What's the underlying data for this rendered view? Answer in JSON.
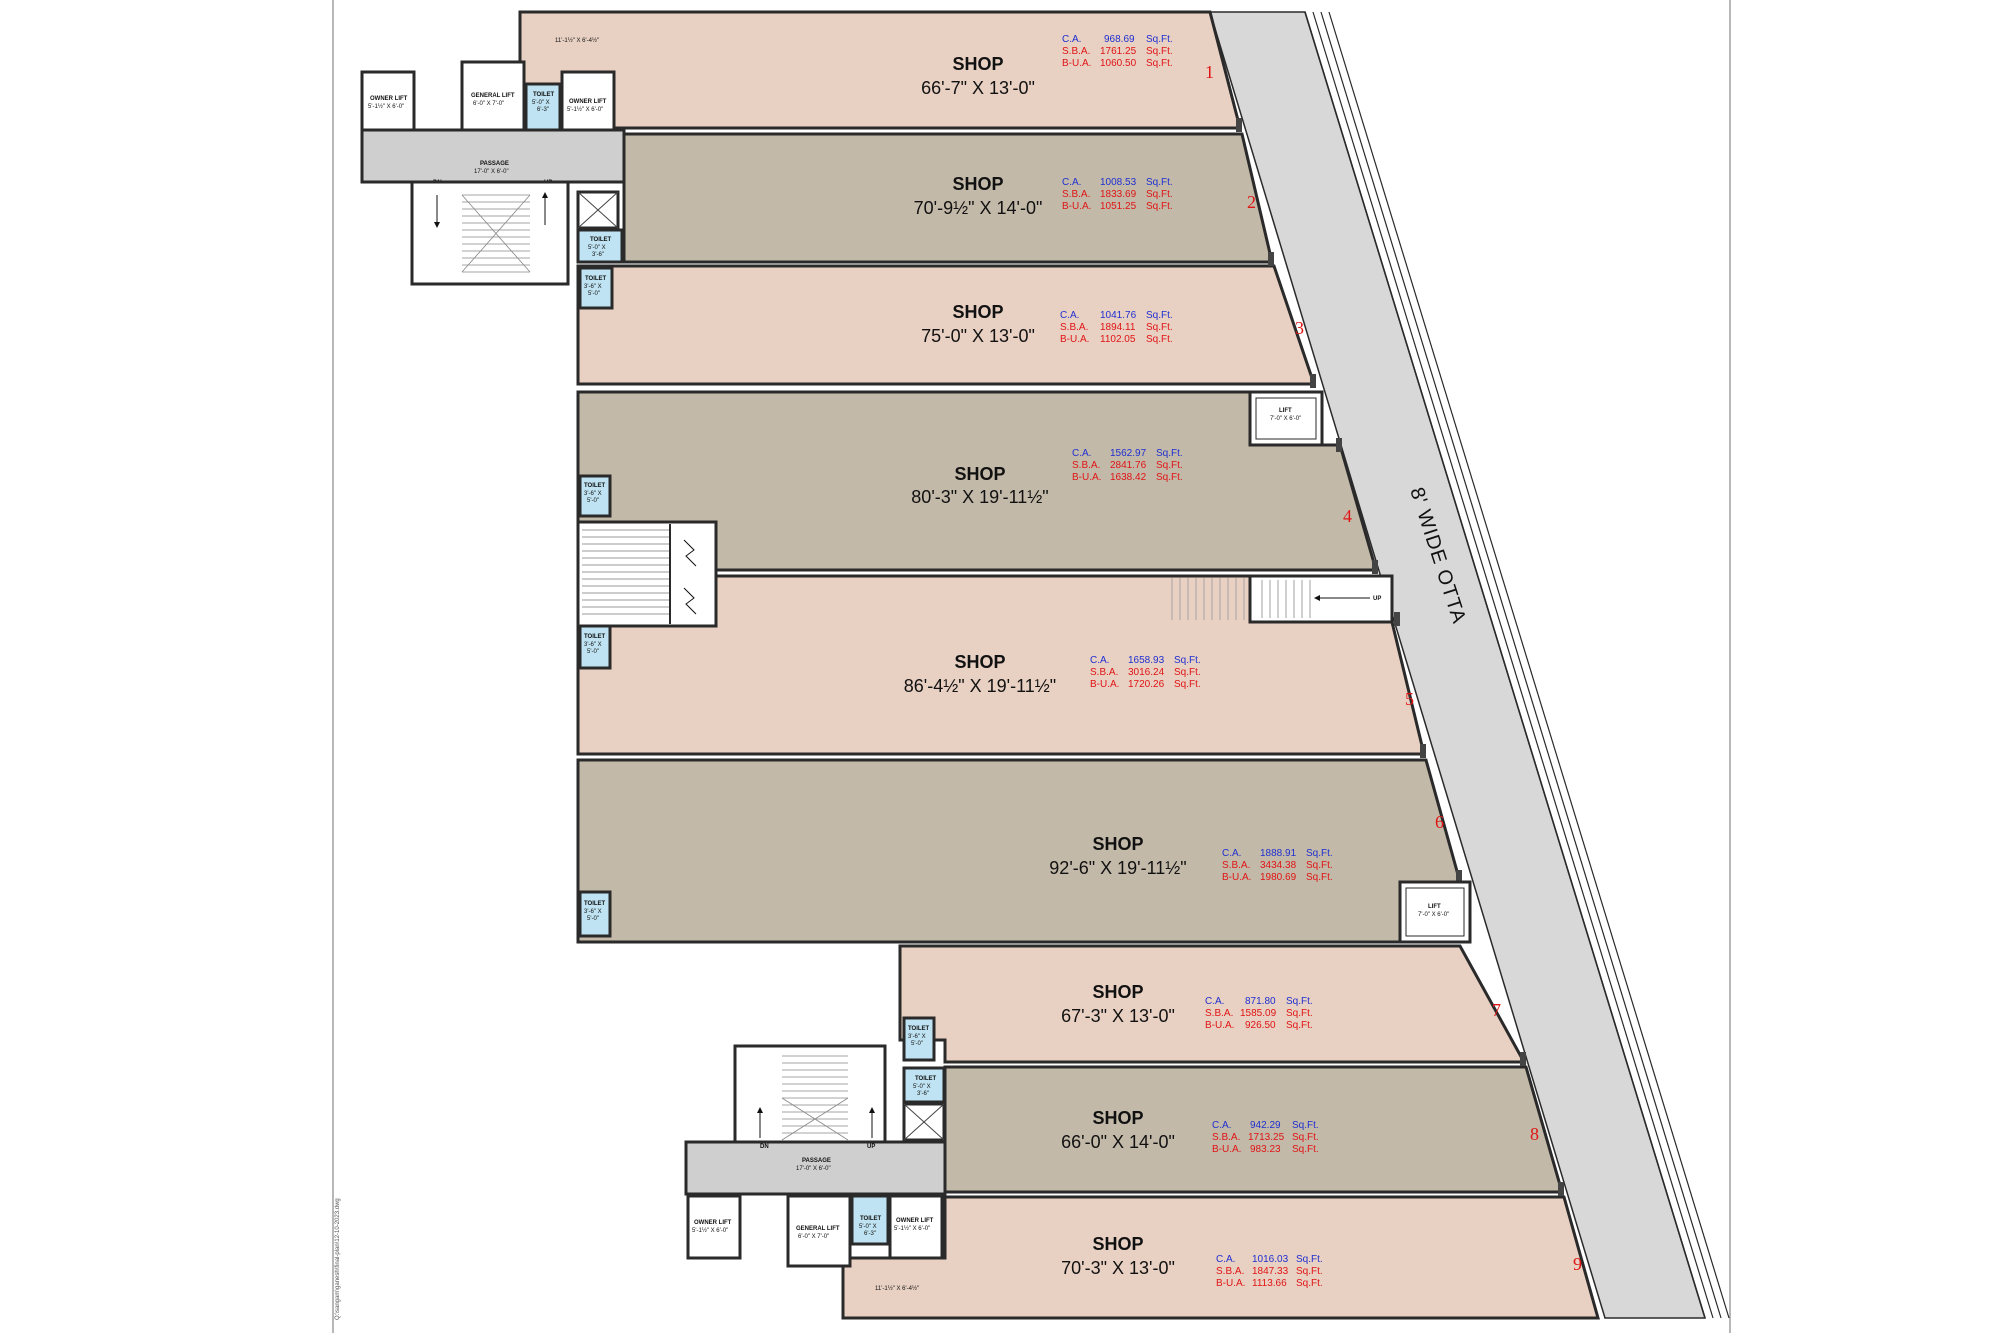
{
  "road": {
    "label": "8' WIDE OTTA"
  },
  "area_labels": {
    "ca": "C.A.",
    "sba": "S.B.A.",
    "bua": "B-U.A.",
    "unit": "Sq.Ft."
  },
  "shops": [
    {
      "number": "1",
      "title": "SHOP",
      "dims": "66'-7\" X 13'-0\"",
      "ca": "968.69",
      "sba": "1761.25",
      "bua": "1060.50"
    },
    {
      "number": "2",
      "title": "SHOP",
      "dims": "70'-9½\" X 14'-0\"",
      "ca": "1008.53",
      "sba": "1833.69",
      "bua": "1051.25"
    },
    {
      "number": "3",
      "title": "SHOP",
      "dims": "75'-0\" X 13'-0\"",
      "ca": "1041.76",
      "sba": "1894.11",
      "bua": "1102.05"
    },
    {
      "number": "4",
      "title": "SHOP",
      "dims": "80'-3\" X 19'-11½\"",
      "ca": "1562.97",
      "sba": "2841.76",
      "bua": "1638.42"
    },
    {
      "number": "5",
      "title": "SHOP",
      "dims": "86'-4½\" X 19'-11½\"",
      "ca": "1658.93",
      "sba": "3016.24",
      "bua": "1720.26"
    },
    {
      "number": "6",
      "title": "SHOP",
      "dims": "92'-6\" X 19'-11½\"",
      "ca": "1888.91",
      "sba": "3434.38",
      "bua": "1980.69"
    },
    {
      "number": "7",
      "title": "SHOP",
      "dims": "67'-3\" X 13'-0\"",
      "ca": "871.80",
      "sba": "1585.09",
      "bua": "926.50"
    },
    {
      "number": "8",
      "title": "SHOP",
      "dims": "66'-0\" X 14'-0\"",
      "ca": "942.29",
      "sba": "1713.25",
      "bua": "983.23"
    },
    {
      "number": "9",
      "title": "SHOP",
      "dims": "70'-3\" X 13'-0\"",
      "ca": "1016.03",
      "sba": "1847.33",
      "bua": "1113.66"
    }
  ],
  "service": {
    "owner_lift": "OWNER LIFT",
    "owner_lift_dim": "5'-1½\" X 6'-0\"",
    "general_lift": "GENERAL LIFT",
    "general_lift_dim": "6'-0\" X 7'-0\"",
    "toilet": "TOILET",
    "toilet_dim_a": "5'-0\" X",
    "toilet_dim_a2": "6'-3\"",
    "toilet_dim_b": "5'-0\" X",
    "toilet_dim_b2": "3'-6\"",
    "toilet_dim_c": "3'-6\" X",
    "toilet_dim_c2": "5'-0\"",
    "passage": "PASSAGE",
    "passage_dim": "17'-0\" X 6'-0\"",
    "dn": "DN",
    "up": "UP",
    "lift": "LIFT",
    "lift_dim": "7'-0\" X 6'-0\"",
    "corner_dim": "11'-1½\" X 6'-4½\""
  },
  "colors": {
    "shop_light": "#e8d0c3",
    "shop_dark": "#c3b9a9",
    "road": "#d8d8d8",
    "passage": "#cfcfcf",
    "toilet": "#bfe3f2",
    "wall": "#2a2a2a",
    "ca_text": "#1f2fd0",
    "sba_text": "#e01414"
  },
  "sheet_note": "Q:\\sangam\\ganesh\\final-plan\\12-10-2023.dwg"
}
